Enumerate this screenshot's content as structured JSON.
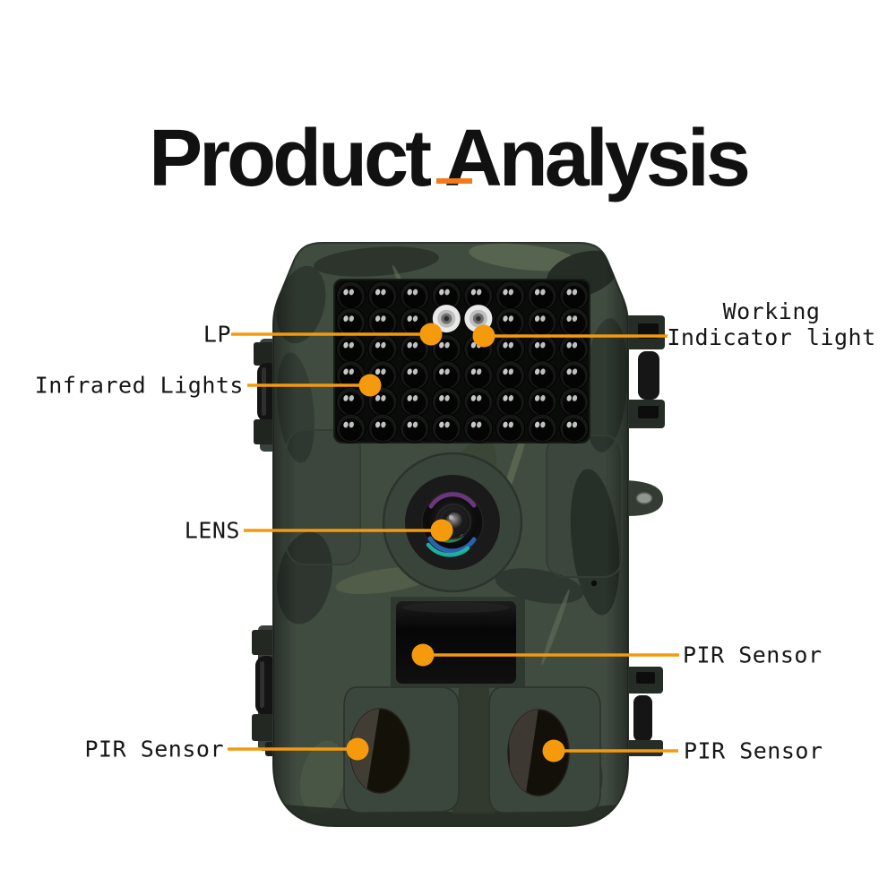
{
  "title": {
    "text": "Product Analysis"
  },
  "divider": {
    "color": "#f4791c"
  },
  "callouts": {
    "lp": {
      "label": "LP"
    },
    "infrared_lights": {
      "label": "Infrared Lights"
    },
    "working_indicator": {
      "line1": "Working",
      "line2": "Indicator light"
    },
    "lens": {
      "label": "LENS"
    },
    "pir_center": {
      "label": "PIR Sensor"
    },
    "pir_bottom_left": {
      "label": "PIR Sensor"
    },
    "pir_bottom_right": {
      "label": "PIR Sensor"
    }
  },
  "colors": {
    "background": "#ffffff",
    "callout_orange": "#f49a0c",
    "divider_orange": "#f4791c",
    "camera_body_green": "#414c41",
    "camo_dark": "#2a322b",
    "camo_light": "#5d6a52",
    "ir_panel_black": "#0a0c0a"
  },
  "camera": {
    "ir_led_grid": {
      "cols": 8,
      "rows": 6,
      "white_led_positions_row_col": [
        [
          1,
          3
        ],
        [
          1,
          4
        ]
      ]
    }
  }
}
